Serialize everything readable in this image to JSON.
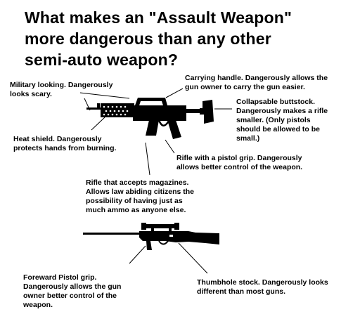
{
  "title": {
    "line1": "What makes an \"Assault Weapon\"",
    "line2": "more dangerous than any other",
    "line3": "semi-auto weapon?"
  },
  "captions": {
    "military": [
      "Military looking. Dangerously",
      "looks scary."
    ],
    "carrying_handle": [
      "Carrying handle. Dangerously allows the",
      "gun owner to carry the gun easier."
    ],
    "buttstock": [
      "Collapsable buttstock.",
      "Dangerously makes a rifle",
      "smaller. (Only pistols",
      "should be allowed to be",
      "small.)"
    ],
    "heat_shield": [
      "Heat shield. Dangerously",
      "protects hands from burning."
    ],
    "pistol_grip": [
      "Rifle with a pistol grip. Dangerously",
      "allows better control of the weapon."
    ],
    "magazines": [
      "Rifle that accepts magazines.",
      "Allows law abiding citizens the",
      "possibility of having just as",
      "much ammo as anyone else."
    ],
    "foregrip": [
      "Foreward Pistol grip.",
      "Dangerously allows the gun",
      "owner better control of the",
      "weapon."
    ],
    "thumbhole": [
      "Thumbhole stock. Dangerously looks",
      "different than most guns."
    ]
  },
  "colors": {
    "ink": "#000000",
    "paper": "#ffffff",
    "shield_dots": "#ffffff"
  }
}
